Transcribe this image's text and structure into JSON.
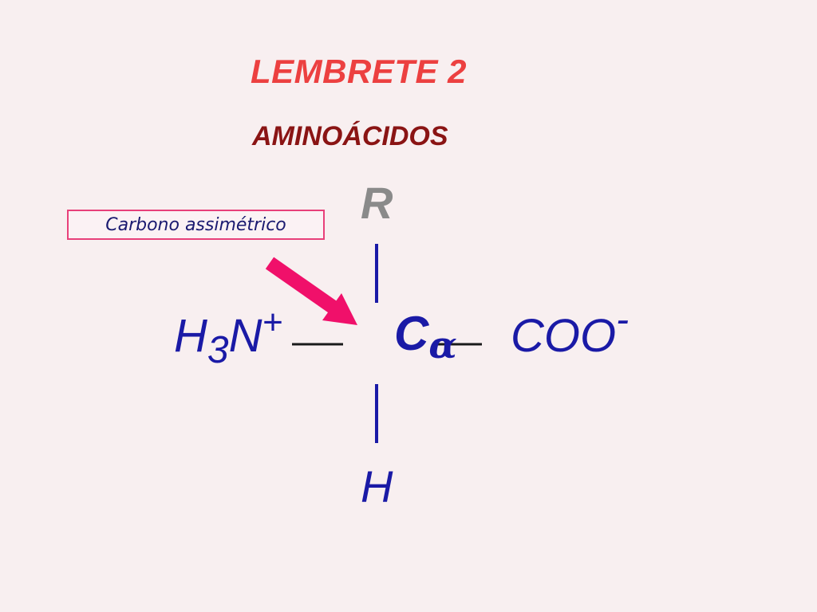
{
  "title": "LEMBRETE  2",
  "subtitle": "AMINOÁCIDOS",
  "callout": {
    "label": "Carbono assimétrico",
    "arrow_color": "#f0106a",
    "border_color": "#e8407a"
  },
  "molecule": {
    "r_group": "R",
    "amine_main": "H",
    "amine_sub": "3",
    "amine_atom": "N",
    "amine_charge": "+",
    "central_atom": "C",
    "central_greek": "α",
    "carboxyl": "COO",
    "carboxyl_charge": "-",
    "hydrogen": "H"
  },
  "colors": {
    "title": "#ec4040",
    "subtitle": "#8a1414",
    "atoms": "#1a1aa6",
    "r_group": "#8a8a8a",
    "background": "#f8eff0"
  }
}
